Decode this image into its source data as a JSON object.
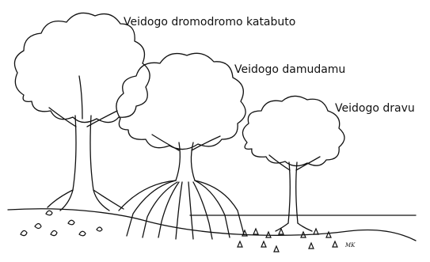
{
  "labels": {
    "tree1": "Veidogo dromodromo katabuto",
    "tree2": "Veidogo damudamu",
    "tree3": "Veidogo dravu"
  },
  "signature": "MK",
  "colors": {
    "ink": "#111111",
    "paper": "#ffffff"
  }
}
